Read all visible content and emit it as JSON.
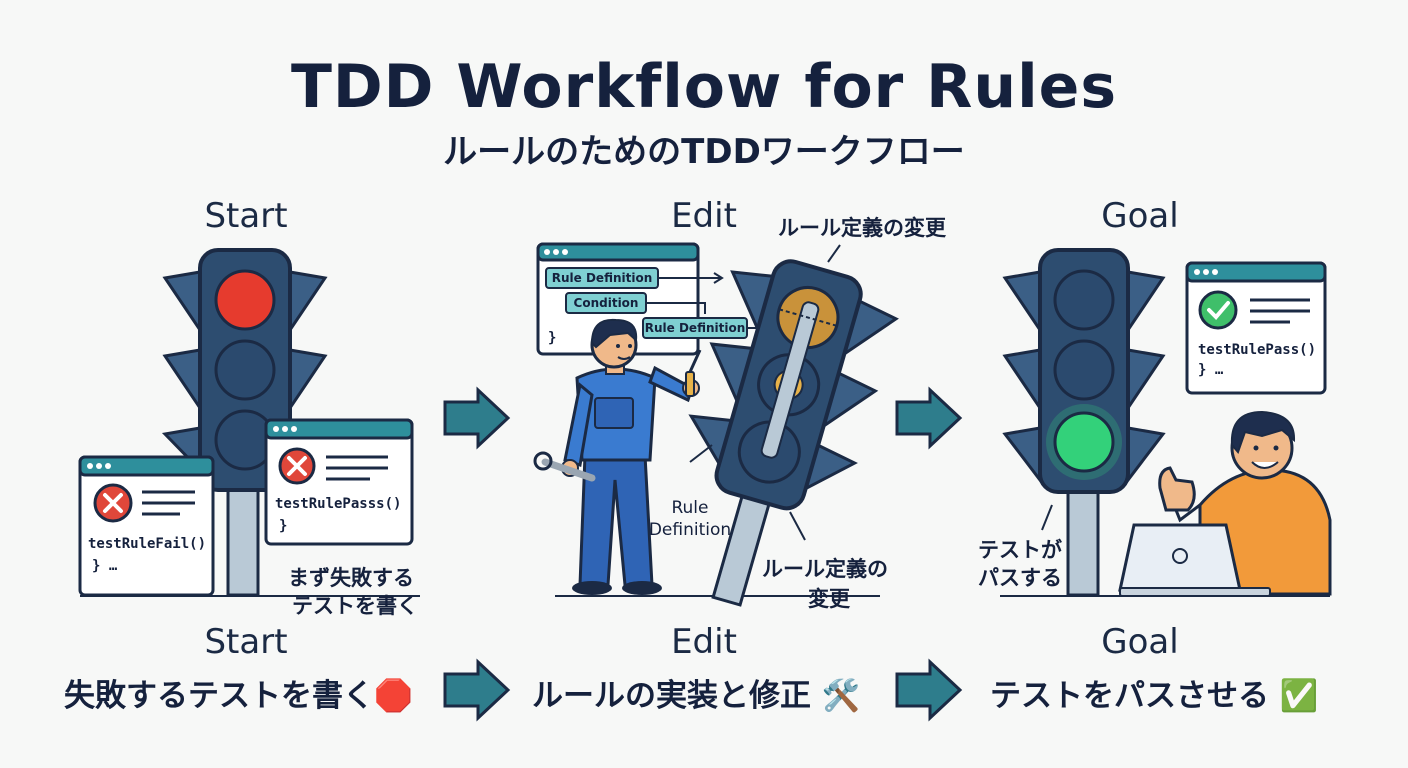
{
  "title": "TDD Workflow for Rules",
  "subtitle": "ルールのためのTDDワークフロー",
  "stages": [
    {
      "label_top": "Start",
      "label_bottom": "Start",
      "caption": "失敗するテストを書く",
      "caption_icon": "🛑",
      "note_line1": "まず失敗する",
      "note_line2": "テストを書く",
      "window_left": {
        "fn": "testRuleFail()",
        "tail": "} …"
      },
      "window_right": {
        "fn": "testRulePasss()",
        "tail": "}"
      },
      "light_colors": {
        "red": "#e63b2e",
        "yellow": "#2b4a6e",
        "green": "#2b4a6e"
      }
    },
    {
      "label_top": "Edit",
      "label_bottom": "Edit",
      "caption": "ルールの実装と修正",
      "caption_icon": "🛠️",
      "callout_top": "ルール定義の変更",
      "callout_bottom_line1": "ルール定義の",
      "callout_bottom_line2": "変更",
      "rule_label_line1": "Rule",
      "rule_label_line2": "Definition",
      "code_tags": [
        "Rule Definition",
        "Condition",
        "Rule Definition"
      ],
      "code_tail": "}"
    },
    {
      "label_top": "Goal",
      "label_bottom": "Goal",
      "caption": "テストをパスさせる",
      "caption_icon": "✅",
      "note_line1": "テストが",
      "note_line2": "パスする",
      "window": {
        "fn": "testRulePass()",
        "tail": "} …"
      },
      "light_colors": {
        "red": "#2b4a6e",
        "yellow": "#2b4a6e",
        "green": "#33d17a"
      }
    }
  ],
  "colors": {
    "accent": "#2e7d8c",
    "frame": "#1b2a44",
    "pole": "#b9c9d6",
    "housing": "#3b5f86",
    "fail": "#e0473a",
    "pass": "#3fbf6a"
  }
}
